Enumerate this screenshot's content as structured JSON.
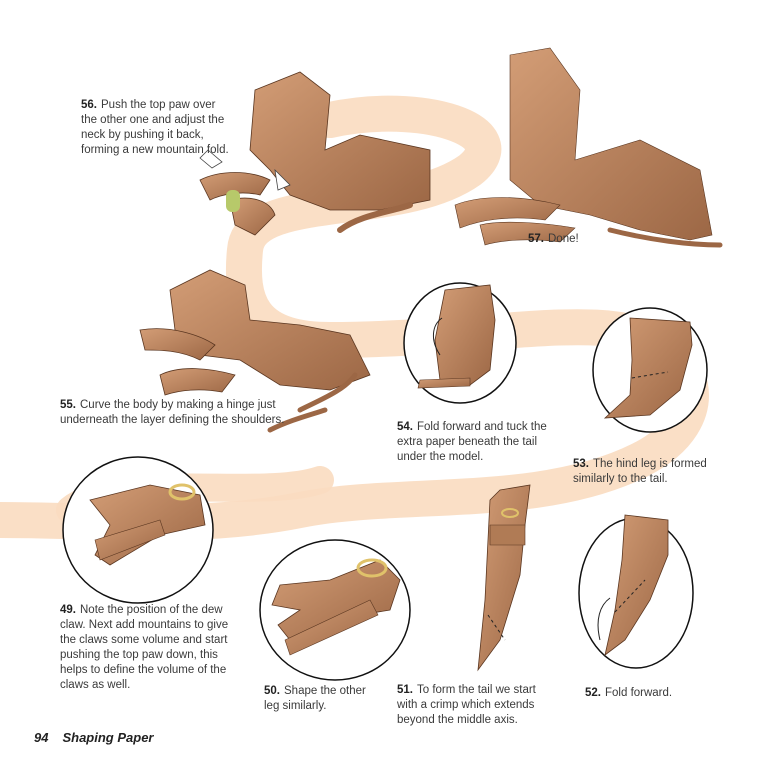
{
  "steps": [
    {
      "num": "56.",
      "text": "Push the top paw over the other one and adjust the neck by pushing it back, forming a new mountain fold."
    },
    {
      "num": "57.",
      "text": "Done!"
    },
    {
      "num": "55.",
      "text": "Curve the body by making a hinge just underneath the layer defining the shoulders."
    },
    {
      "num": "54.",
      "text": "Fold forward and tuck the extra paper beneath the tail under the model."
    },
    {
      "num": "53.",
      "text": "The hind leg is formed similarly to the tail."
    },
    {
      "num": "49.",
      "text": "Note the position of the dew claw. Next add mountains to give the claws some volume and start pushing the top paw down, this helps to define the volume of the claws as well."
    },
    {
      "num": "50.",
      "text": "Shape the other leg similarly."
    },
    {
      "num": "51.",
      "text": "To form the tail we start with a crimp which extends beyond the middle axis."
    },
    {
      "num": "52.",
      "text": "Fold forward."
    }
  ],
  "footer": {
    "page": "94",
    "title": "Shaping Paper"
  },
  "colors": {
    "ribbon": "#f9dcc0",
    "paper": "#c08a63",
    "paper_dark": "#8c5b3a",
    "text": "#3a3a3a"
  }
}
